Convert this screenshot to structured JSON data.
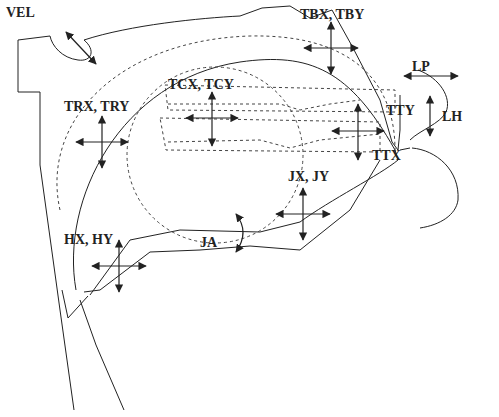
{
  "diagram": {
    "labels": [
      "VEL",
      "TBX, TBY",
      "LP",
      "TTY",
      "TTX",
      "LH",
      "TCX, TCY",
      "TRX, TRY",
      "JX, JY",
      "JA",
      "HX, HY"
    ]
  }
}
